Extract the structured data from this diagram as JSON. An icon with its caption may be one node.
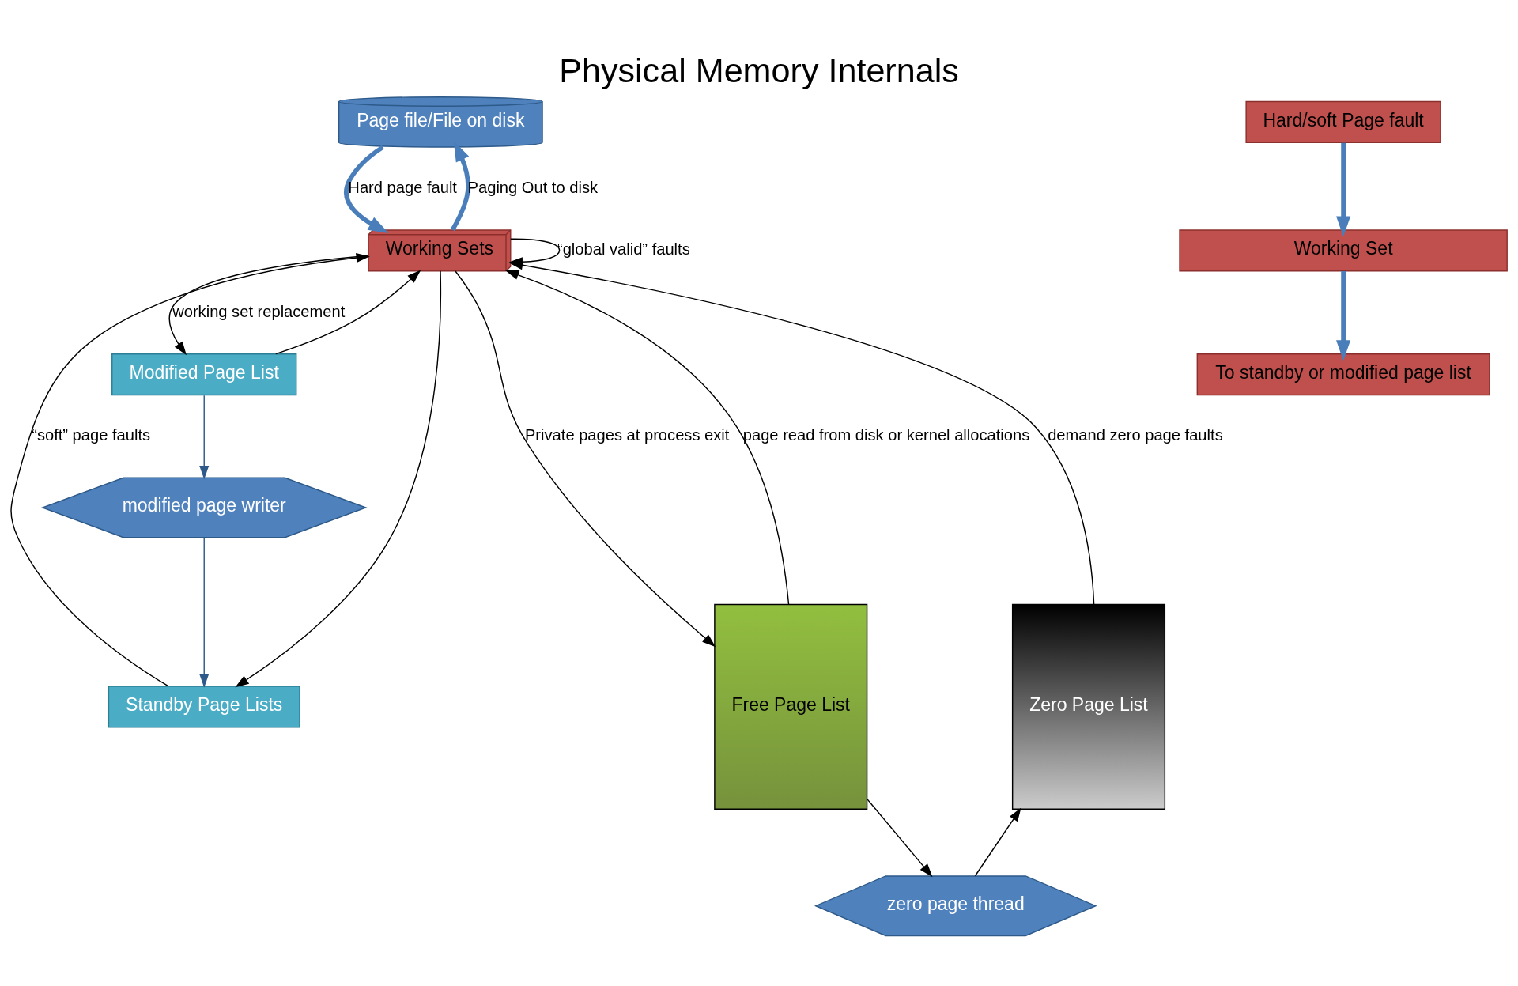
{
  "diagram": {
    "title": "Physical Memory Internals",
    "nodes": [
      {
        "text": [
          "Page file/File on disk"
        ]
      },
      {
        "text": [
          "Working Sets"
        ]
      },
      {
        "text": [
          "Standby Page Lists"
        ]
      },
      {
        "text": [
          "modified page writer"
        ]
      },
      {
        "text": [
          "Modified Page List"
        ]
      },
      {
        "text": [
          "Free Page List"
        ]
      },
      {
        "text": [
          "zero page thread"
        ]
      },
      {
        "text": [
          "Zero Page List"
        ]
      },
      {
        "text": [
          "Hard/soft Page fault"
        ]
      },
      {
        "text": [
          "Working Set"
        ]
      },
      {
        "text": [
          "To standby or modified page list"
        ]
      }
    ],
    "edges": [
      {
        "from": 1,
        "to": 0,
        "arrow": "to",
        "label": "Paging Out to disk",
        "style": "thick",
        "color": "#4a7ebb"
      },
      {
        "from": 0,
        "to": 1,
        "arrow": "to",
        "label": "Hard page fault",
        "style": "thick",
        "color": "#4a7ebb"
      },
      {
        "from": 7,
        "to": 1,
        "arrow": "to",
        "label": "demand zero page faults"
      },
      {
        "from": 5,
        "to": 1,
        "arrow": "to",
        "label": "page read from disk or kernel allocations"
      },
      {
        "from": 5,
        "to": 6,
        "arrow": "to"
      },
      {
        "from": 6,
        "to": 7,
        "arrow": "to"
      },
      {
        "from": 2,
        "to": 1,
        "arrow": "to",
        "label": "“soft” page faults"
      },
      {
        "from": 4,
        "to": 1,
        "arrow": "to"
      },
      {
        "from": 3,
        "to": 2,
        "arrow": "to",
        "color": "#2e5a8a"
      },
      {
        "from": 4,
        "to": 3,
        "arrow": "to",
        "color": "#2e5a8a"
      },
      {
        "from": 1,
        "to": 1,
        "arrow": "to",
        "label": "“global valid” faults"
      },
      {
        "from": 1,
        "to": 4,
        "arrow": "to",
        "label": "working set replacement"
      },
      {
        "from": 1,
        "to": 2,
        "arrow": "to"
      },
      {
        "from": 1,
        "to": 5,
        "arrow": "to",
        "label": "Private pages at process exit"
      },
      {
        "from": 8,
        "to": 9,
        "arrow": "to",
        "style": "thick",
        "color": "#4a7ebb"
      },
      {
        "from": 9,
        "to": 10,
        "arrow": "to",
        "style": "thick",
        "color": "#4a7ebb"
      }
    ]
  }
}
